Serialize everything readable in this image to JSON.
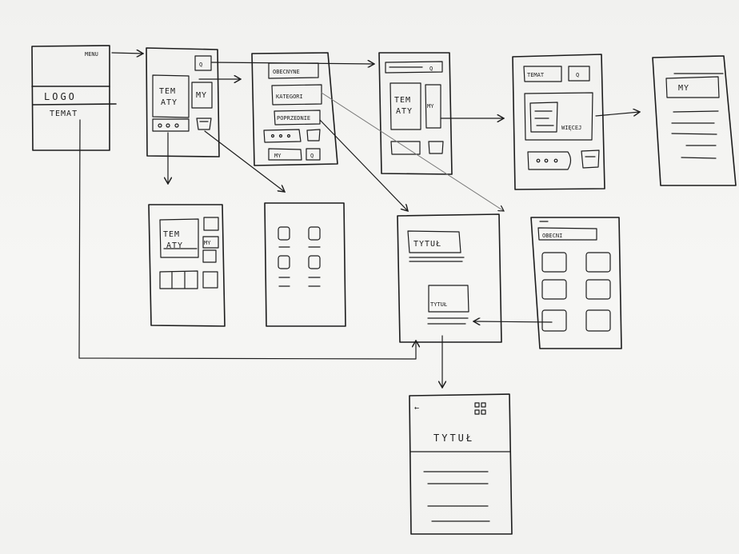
{
  "sketch": {
    "screen_home": {
      "menu": "MENU",
      "logo": "LOGO",
      "topic": "TEMAT"
    },
    "screen_main": {
      "topics_1": "TEM",
      "topics_2": "ATY",
      "us": "MY",
      "search": "Q"
    },
    "screen_menu": {
      "current": "OBECNYNE",
      "categories": "KATEGORI",
      "previous": "POPRZEDNIE",
      "us": "MY",
      "search": "Q"
    },
    "screen_search": {
      "topics_1": "TEM",
      "topics_2": "ATY",
      "us": "MY",
      "search": "Q"
    },
    "screen_topic": {
      "topic": "TEMAT",
      "more": "WIĘCEJ",
      "search": "Q"
    },
    "screen_us": {
      "us": "MY"
    },
    "screen_main_alt": {
      "topics_1": "TEM",
      "topics_2": "ATY",
      "us": "MY"
    },
    "screen_article": {
      "title_1": "TYTUŁ",
      "title_2": "TYTUŁ"
    },
    "screen_current": {
      "current": "OBECNI"
    },
    "screen_detail": {
      "title": "TYTUŁ",
      "back": "←"
    }
  }
}
